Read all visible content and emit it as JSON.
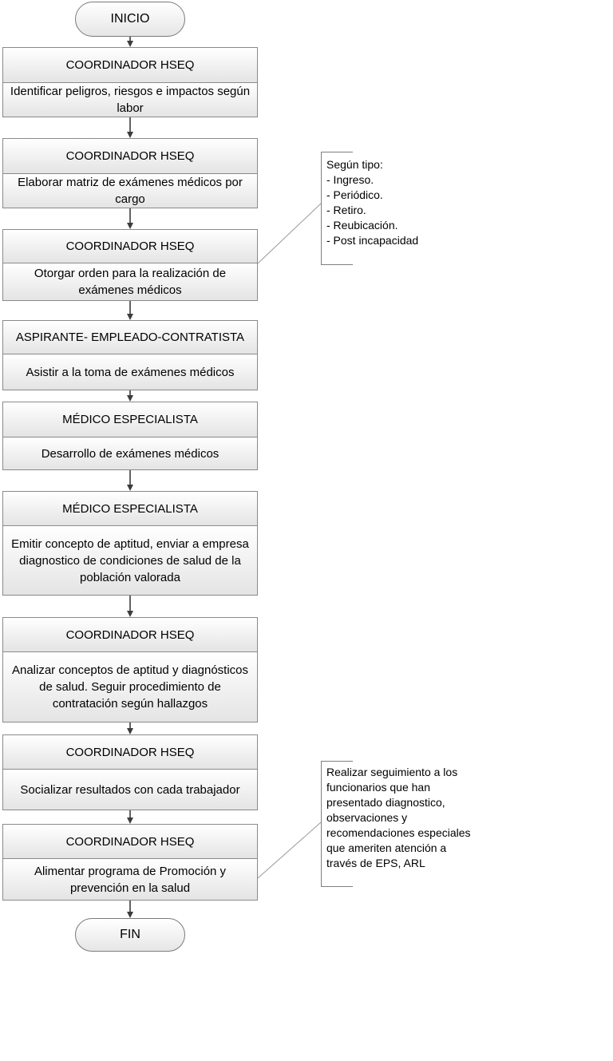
{
  "start": "INICIO",
  "end": "FIN",
  "steps": [
    {
      "role": "COORDINADOR HSEQ",
      "task": "Identificar peligros, riesgos e impactos  según labor"
    },
    {
      "role": "COORDINADOR HSEQ",
      "task": "Elaborar matriz de exámenes médicos  por cargo"
    },
    {
      "role": "COORDINADOR HSEQ",
      "task": "Otorgar orden para la realización de exámenes médicos"
    },
    {
      "role": "ASPIRANTE- EMPLEADO-CONTRATISTA",
      "task": "Asistir a la toma de exámenes médicos"
    },
    {
      "role": "MÉDICO ESPECIALISTA",
      "task": "Desarrollo de exámenes médicos"
    },
    {
      "role": "MÉDICO ESPECIALISTA",
      "task": "Emitir concepto de aptitud, enviar a empresa diagnostico de condiciones de salud de la población valorada"
    },
    {
      "role": "COORDINADOR HSEQ",
      "task": "Analizar conceptos de aptitud y diagnósticos  de salud. Seguir procedimiento de contratación según hallazgos"
    },
    {
      "role": "COORDINADOR HSEQ",
      "task": "Socializar resultados  con cada trabajador"
    },
    {
      "role": "COORDINADOR HSEQ",
      "task": "Alimentar programa de Promoción y prevención en la salud"
    }
  ],
  "notes": {
    "types": {
      "title": "Según tipo:",
      "items": [
        "- Ingreso.",
        "- Periódico.",
        "- Retiro.",
        "- Reubicación.",
        "- Post incapacidad"
      ]
    },
    "followup": {
      "lines": [
        "Realizar seguimiento a los",
        "funcionarios que han",
        "presentado diagnostico,",
        "observaciones y",
        "recomendaciones especiales",
        "que ameriten atención a",
        "través de EPS, ARL"
      ]
    }
  }
}
